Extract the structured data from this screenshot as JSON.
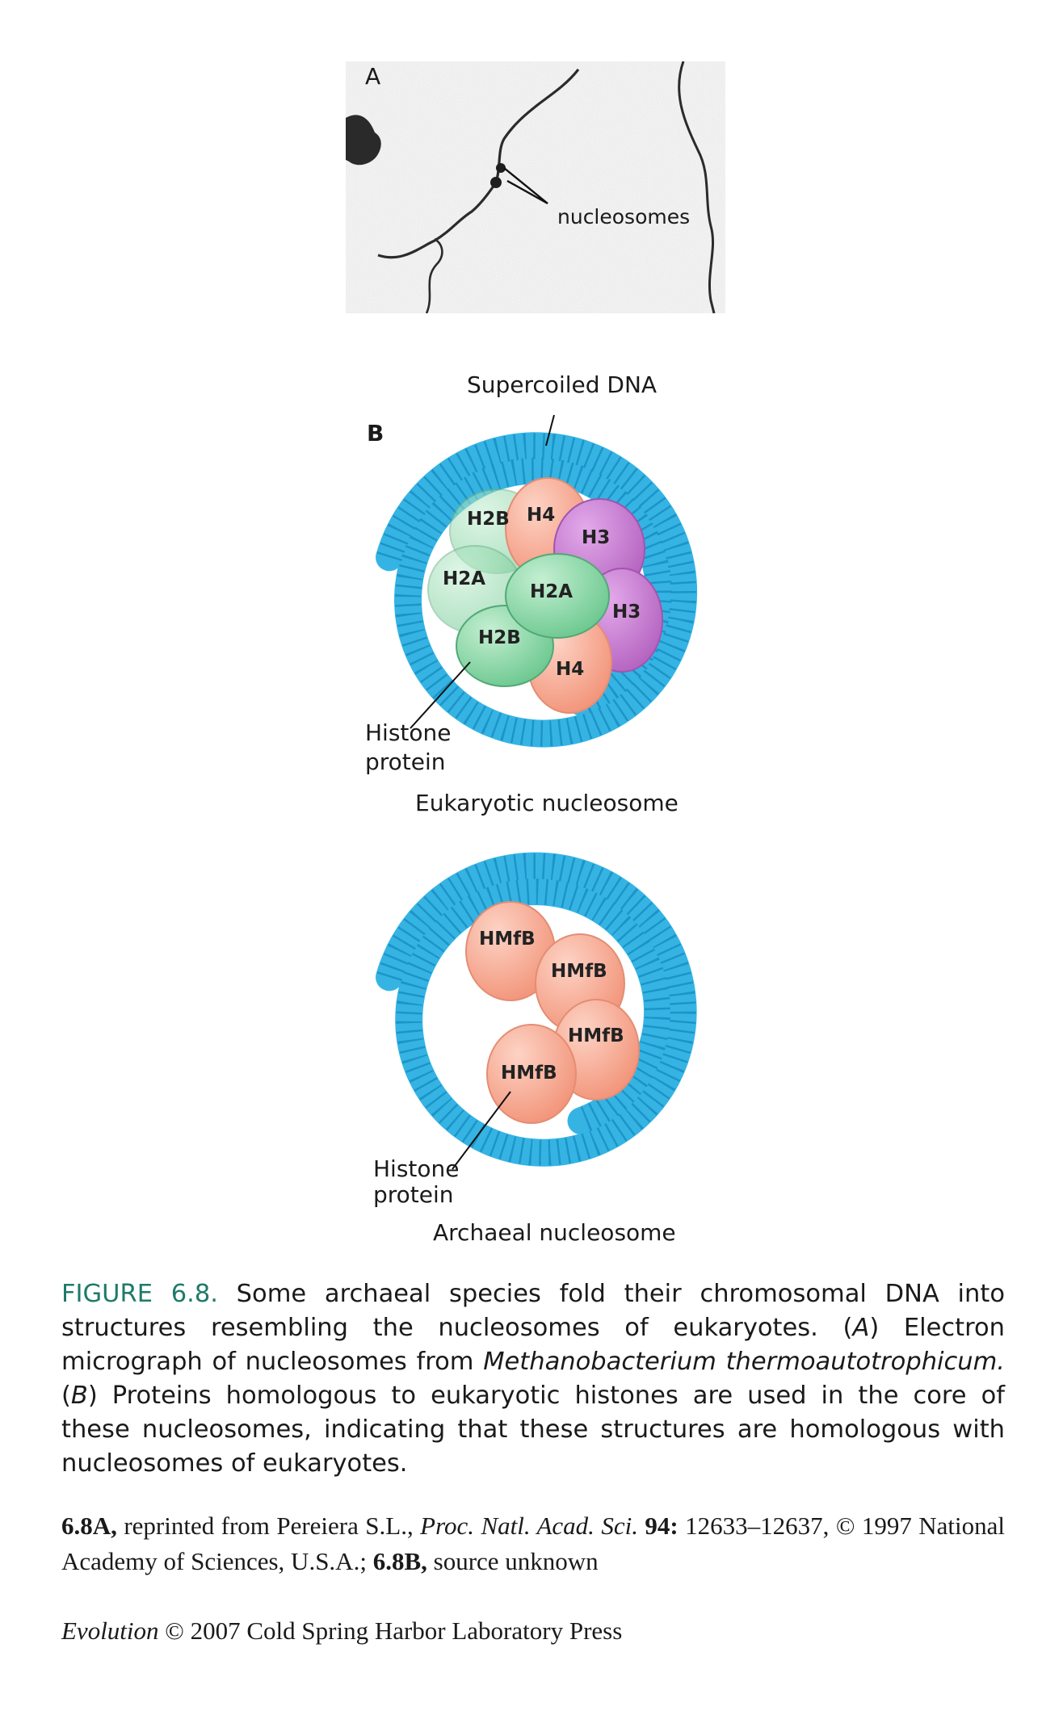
{
  "panel_a": {
    "letter": "A",
    "nucleosome_label": "nucleosomes"
  },
  "panel_b": {
    "letter": "B",
    "dna_label": "Supercoiled DNA",
    "eukaryotic": {
      "histones": [
        "H2B",
        "H4",
        "H3",
        "H2A",
        "H2A",
        "H3",
        "H2B",
        "H4"
      ],
      "histone_label_line1": "Histone",
      "histone_label_line2": "protein",
      "title": "Eukaryotic nucleosome"
    },
    "archaeal": {
      "histones": [
        "HMfB",
        "HMfB",
        "HMfB",
        "HMfB"
      ],
      "histone_label_line1": "Histone",
      "histone_label_line2": "protein",
      "title": "Archaeal nucleosome"
    }
  },
  "caption": {
    "label": "FIGURE 6.8.",
    "text_1": " Some archaeal species fold their chromosomal DNA into structures resembling the nucleosomes of eukaryotes. (",
    "a": "A",
    "text_2": ") Electron micrograph of nucleosomes from ",
    "species": "Methanobacterium thermoautotrophicum.",
    "text_3": " (",
    "b": "B",
    "text_4": ") Proteins homologous to eukaryotic histones are used in the core of these nucleosomes, indicating that these structures are homologous with nucleosomes of eukaryotes."
  },
  "credits": {
    "ref_a": "6.8A,",
    "text_1": " reprinted from Pereiera S.L., ",
    "journal": "Proc. Natl. Acad. Sci.",
    "volume": " 94:",
    "text_2": " 12633–12637, © 1997 National Academy of Sciences, U.S.A.; ",
    "ref_b": "6.8B,",
    "text_3": " source unknown"
  },
  "copyright": {
    "book": "Evolution",
    "text": " © 2007 Cold Spring Harbor Laboratory Press"
  },
  "colors": {
    "dna": "#35b4e4",
    "dna_rib": "#1689bd",
    "h3": "#c77ad0",
    "h4_hmfb": "#f6a78f",
    "h2a_h2b": "#83d4a0",
    "caption_label": "#1e7a6a"
  }
}
